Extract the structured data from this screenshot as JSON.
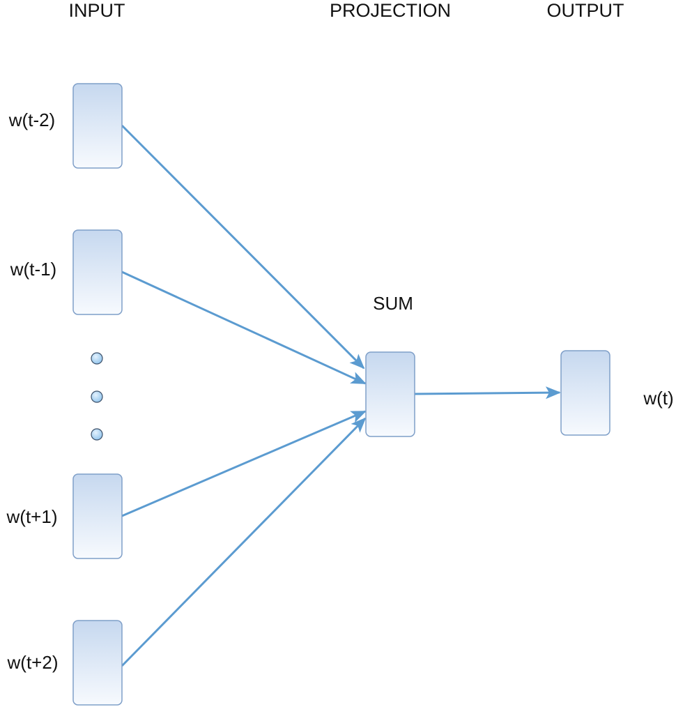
{
  "headers": {
    "input": "INPUT",
    "projection": "PROJECTION",
    "output": "OUTPUT"
  },
  "inputs": [
    {
      "label": "w(t-2)"
    },
    {
      "label": "w(t-1)"
    },
    {
      "label": "w(t+1)"
    },
    {
      "label": "w(t+2)"
    }
  ],
  "projection": {
    "label": "SUM"
  },
  "output": {
    "label": "w(t)"
  },
  "colors": {
    "edge": "#5b9bd0",
    "node_border": "#7f9fc8",
    "node_fill_top": "#c6d8ef",
    "node_fill_bottom": "#f7fafe",
    "dot_fill": "#a8d0f0"
  }
}
